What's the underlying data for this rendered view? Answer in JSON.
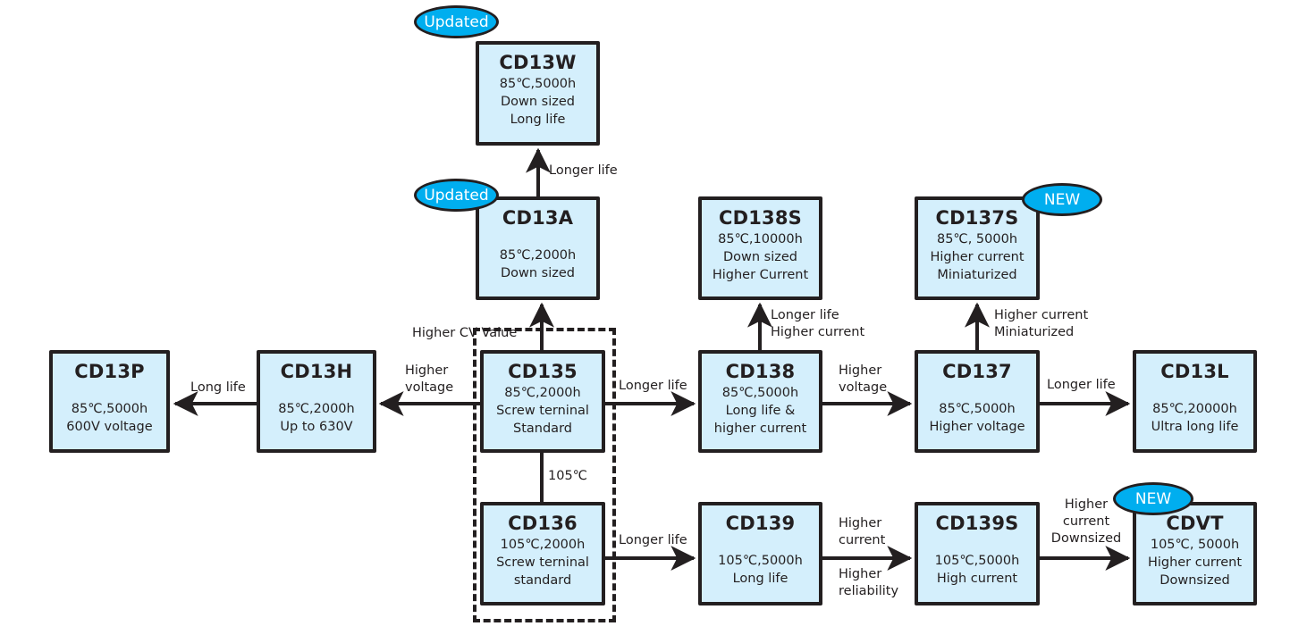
{
  "diagram": {
    "colors": {
      "box_fill": "#d4effc",
      "box_border": "#231f20",
      "badge_fill": "#00aeef",
      "badge_text": "#ffffff",
      "arrow": "#231f20"
    },
    "boxes": {
      "cd13w": {
        "title": "CD13W",
        "lines": [
          "85℃,5000h",
          "Down sized",
          "Long life"
        ],
        "badge": "Updated"
      },
      "cd13a": {
        "title": "CD13A",
        "lines": [
          "85℃,2000h",
          "Down sized"
        ],
        "badge": "Updated"
      },
      "cd13p": {
        "title": "CD13P",
        "lines": [
          "85℃,5000h",
          "600V voltage"
        ]
      },
      "cd13h": {
        "title": "CD13H",
        "lines": [
          "85℃,2000h",
          "Up to 630V"
        ]
      },
      "cd135": {
        "title": "CD135",
        "lines": [
          "85℃,2000h",
          "Screw terninal",
          "Standard"
        ]
      },
      "cd138": {
        "title": "CD138",
        "lines": [
          "85℃,5000h",
          "Long life &",
          "higher current"
        ]
      },
      "cd138s": {
        "title": "CD138S",
        "lines": [
          "85℃,10000h",
          "Down sized",
          "Higher Current"
        ]
      },
      "cd137": {
        "title": "CD137",
        "lines": [
          "85℃,5000h",
          "Higher voltage"
        ]
      },
      "cd137s": {
        "title": "CD137S",
        "lines": [
          "85℃, 5000h",
          "Higher current",
          "Miniaturized"
        ],
        "badge": "NEW"
      },
      "cd13l": {
        "title": "CD13L",
        "lines": [
          "85℃,20000h",
          "Ultra long life"
        ]
      },
      "cd136": {
        "title": "CD136",
        "lines": [
          "105℃,2000h",
          "Screw terninal",
          "standard"
        ]
      },
      "cd139": {
        "title": "CD139",
        "lines": [
          "105℃,5000h",
          "Long life"
        ]
      },
      "cd139s": {
        "title": "CD139S",
        "lines": [
          "105℃,5000h",
          "High current"
        ]
      },
      "cdvt": {
        "title": "CDVT",
        "lines": [
          "105℃, 5000h",
          "Higher current",
          "Downsized"
        ],
        "badge": "NEW"
      }
    },
    "edges": {
      "cd13a_to_cd13w": "Longer life",
      "cd135_to_cd13a": "Higher CV Value",
      "cd13h_to_cd13p": "Long life",
      "cd135_to_cd13h": [
        "Higher",
        "voltage"
      ],
      "cd135_to_cd138": "Longer life",
      "cd138_to_cd138s": [
        "Longer life",
        "Higher current"
      ],
      "cd138_to_cd137": [
        "Higher",
        "voltage"
      ],
      "cd137_to_cd137s": [
        "Higher current",
        "Miniaturized"
      ],
      "cd137_to_cd13l": "Longer life",
      "cd135_to_cd136": "105℃",
      "cd136_to_cd139": "Longer life",
      "cd139_to_cd139s_top": [
        "Higher",
        "current"
      ],
      "cd139_to_cd139s_bottom": [
        "Higher",
        "reliability"
      ],
      "cd139s_to_cdvt": [
        "Higher",
        "current",
        "Downsized"
      ]
    }
  }
}
